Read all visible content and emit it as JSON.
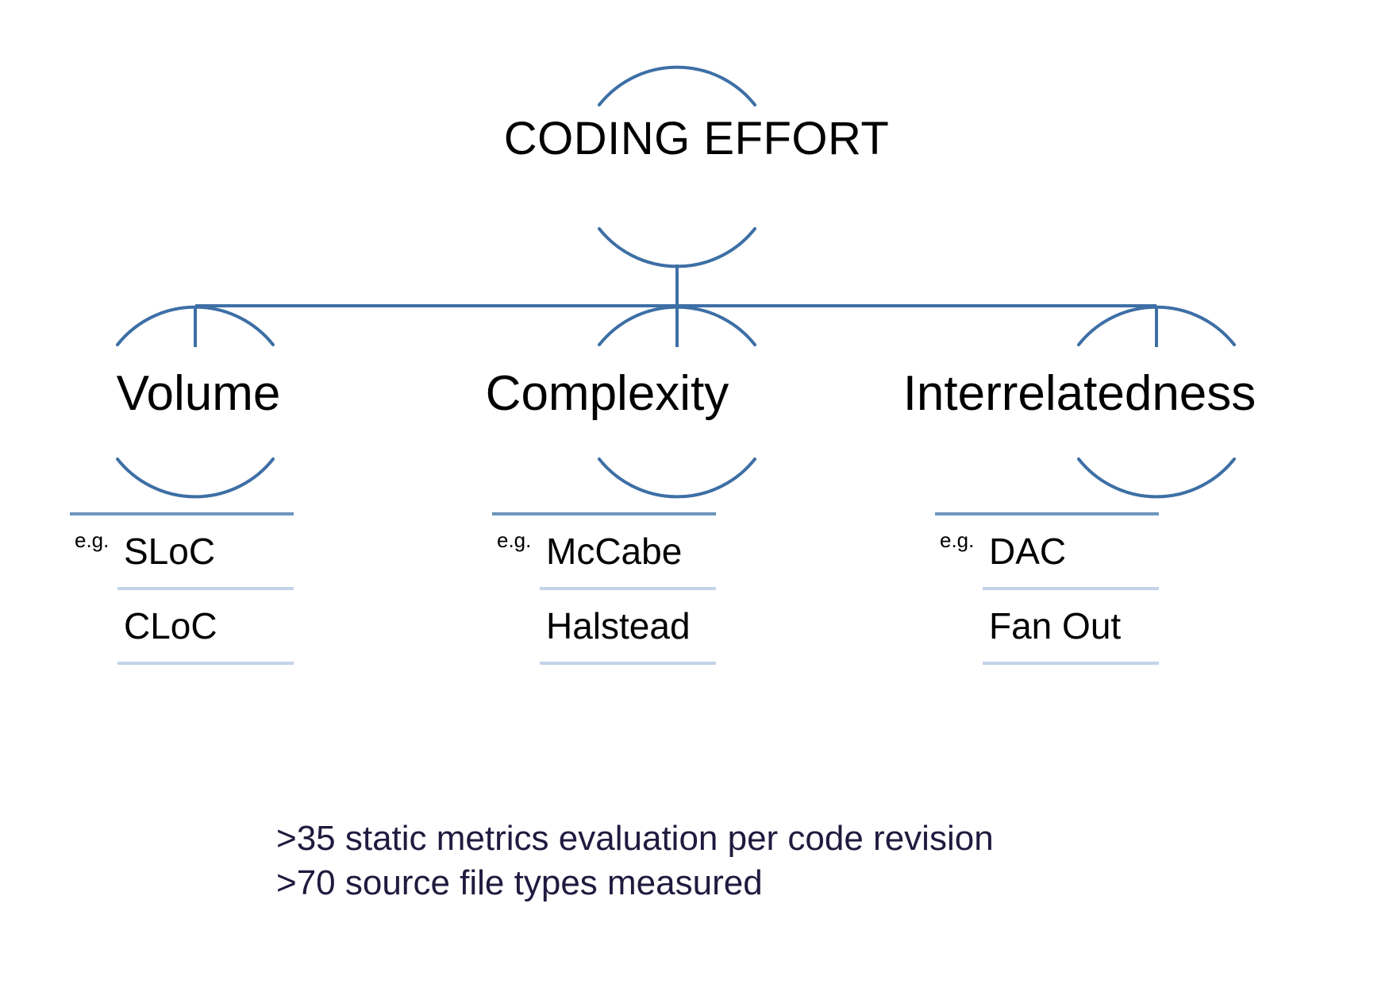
{
  "diagram": {
    "type": "tree",
    "title": "CODING EFFORT",
    "root": {
      "label": "CODING EFFORT"
    },
    "branches": [
      {
        "label": "Volume",
        "eg_label": "e.g.",
        "examples": [
          "SLoC",
          "CLoC"
        ]
      },
      {
        "label": "Complexity",
        "eg_label": "e.g.",
        "examples": [
          "McCabe",
          "Halstead"
        ]
      },
      {
        "label": "Interrelatedness",
        "eg_label": "e.g.",
        "examples": [
          "DAC",
          "Fan Out"
        ]
      }
    ],
    "notes": [
      ">35 static metrics evaluation per code revision",
      ">70 source file types measured"
    ],
    "colors": {
      "connector": "#3d6fa5",
      "table_top_rule": "#6d95bf",
      "table_rule": "#c3d3ea",
      "node_text": "#000000",
      "note_text": "#1f1b3f",
      "background": "#ffffff"
    }
  }
}
